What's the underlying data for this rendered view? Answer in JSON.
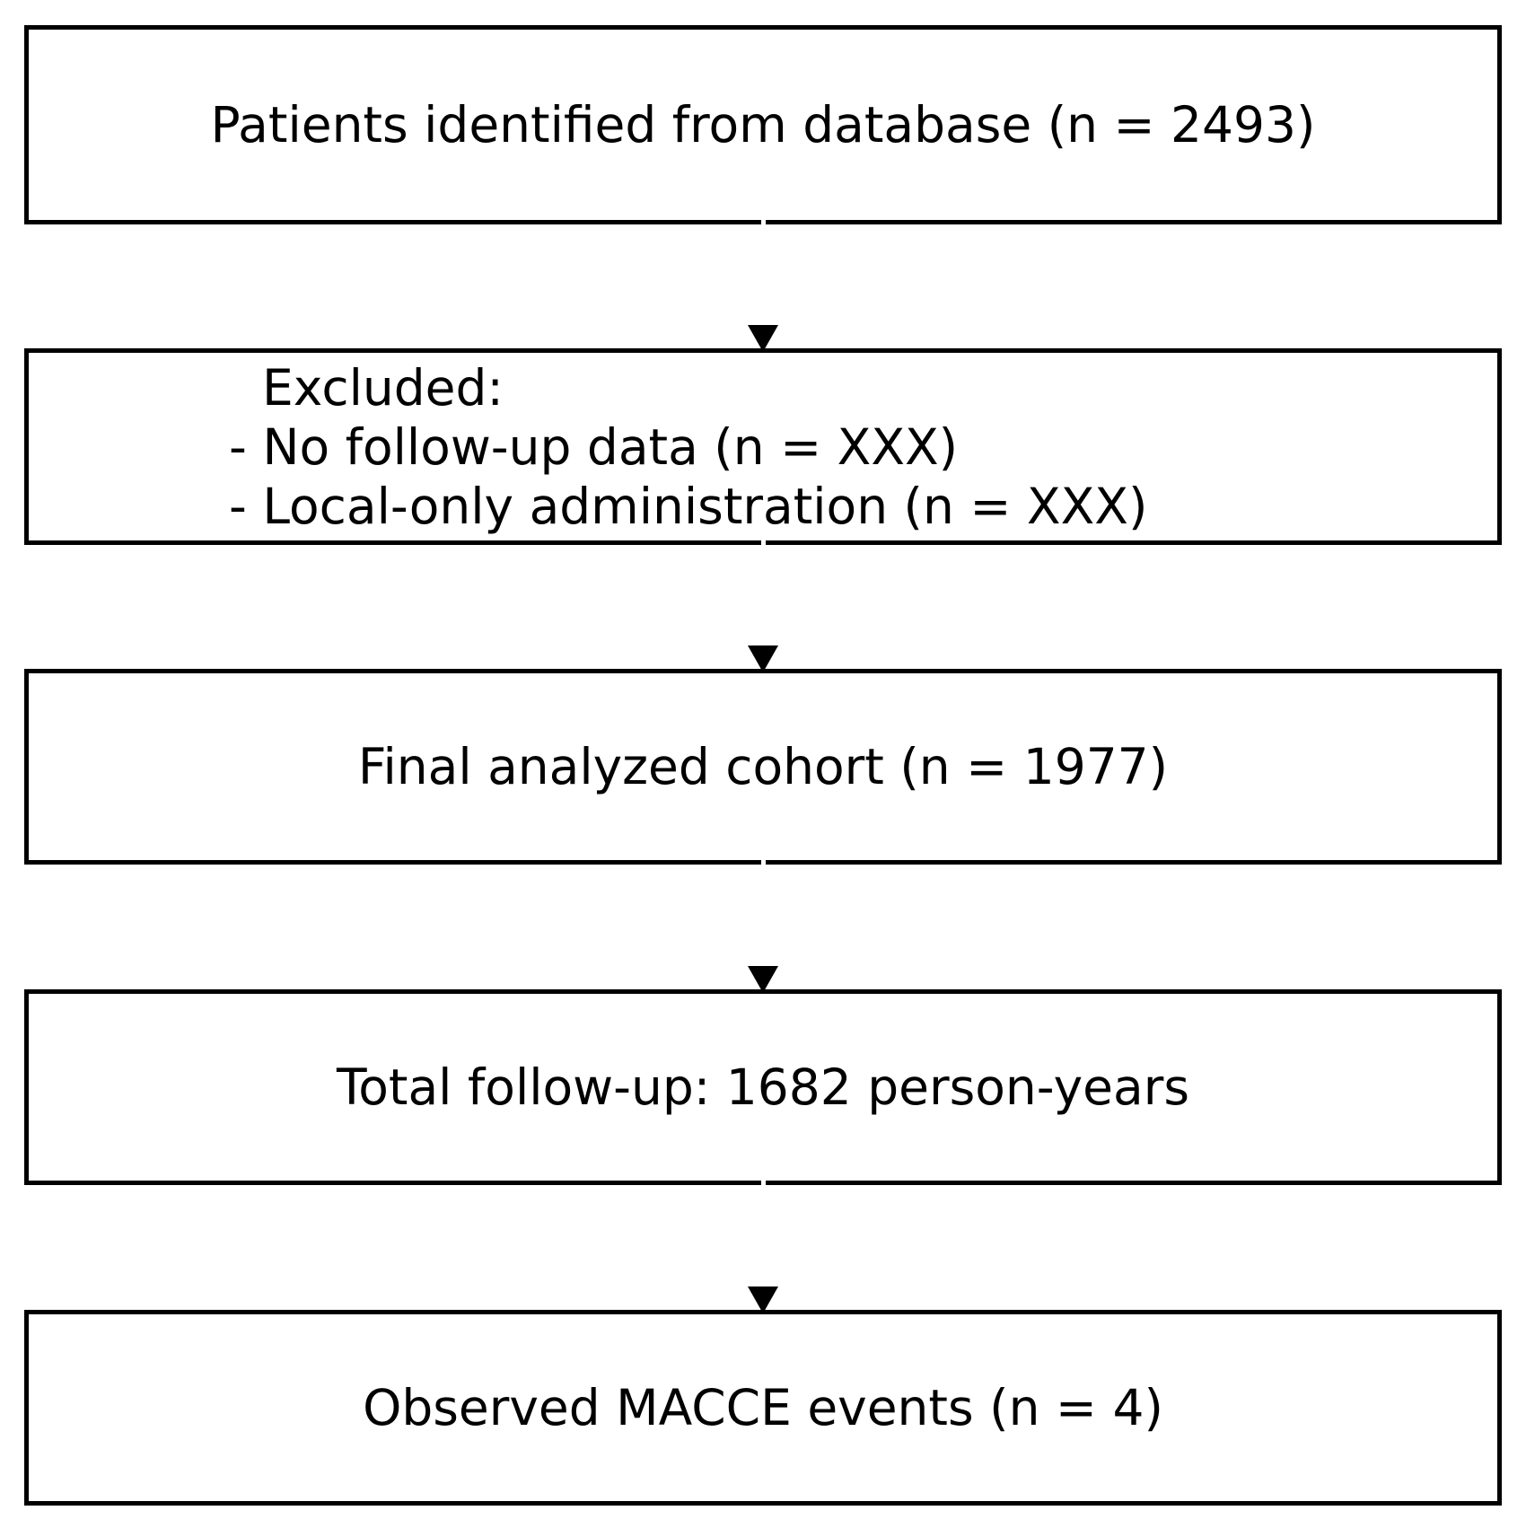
{
  "figure": {
    "type": "flow-diagram",
    "colors": {
      "background": "#ffffff",
      "box_border": "#000000",
      "text": "#000000",
      "arrow": "#000000"
    },
    "boxes": [
      {
        "id": "patients-identified",
        "text": "Patients identified from database (n = 2493)"
      },
      {
        "id": "excluded",
        "lines": [
          "Excluded:",
          "- No follow-up data (n = XXX)",
          "- Local-only administration (n = XXX)"
        ]
      },
      {
        "id": "final-cohort",
        "text": "Final analyzed cohort (n = 1977)"
      },
      {
        "id": "total-follow-up",
        "text": "Total follow-up: 1682 person-years"
      },
      {
        "id": "macce-events",
        "text": "Observed MACCE events (n = 4)"
      }
    ],
    "arrows": [
      {
        "from": "patients-identified",
        "to": "excluded"
      },
      {
        "from": "excluded",
        "to": "final-cohort"
      },
      {
        "from": "final-cohort",
        "to": "total-follow-up"
      },
      {
        "from": "total-follow-up",
        "to": "macce-events"
      }
    ]
  }
}
